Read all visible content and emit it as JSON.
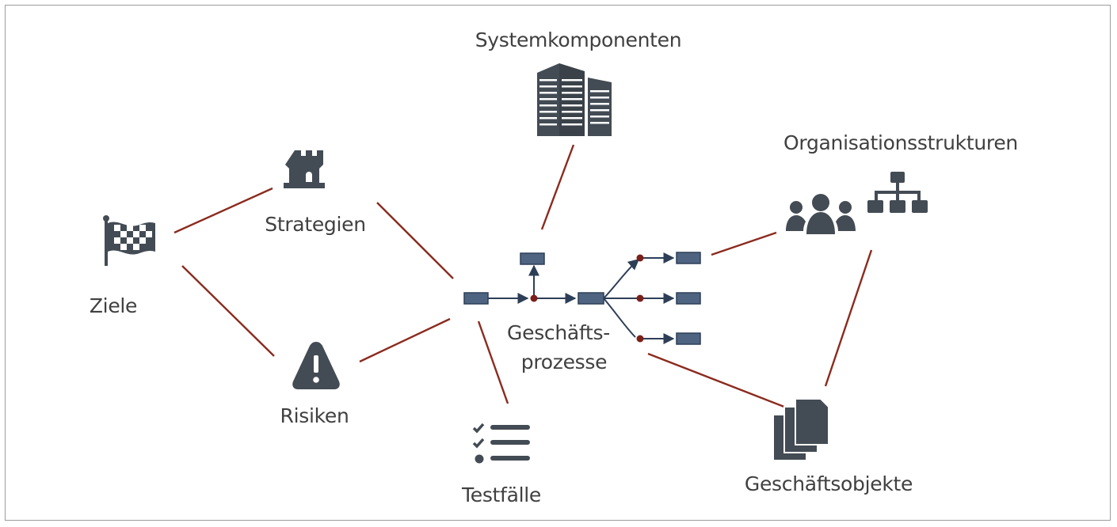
{
  "labels": {
    "systemkomponenten": "Systemkomponenten",
    "organisationsstrukturen": "Organisationsstrukturen",
    "strategien": "Strategien",
    "ziele": "Ziele",
    "risiken": "Risiken",
    "testfaelle": "Testfälle",
    "geschaefts_line1": "Geschäfts-",
    "geschaefts_line2": "prozesse",
    "geschaeftsobjekte": "Geschäftsobjekte"
  },
  "colors": {
    "connector": "#8b2b1e",
    "icon": "#434b54",
    "process_box": "#4f6480",
    "process_dot": "#7a1f1a",
    "text": "#404040"
  },
  "icons": {
    "systemkomponenten": "buildings-icon",
    "strategien": "castle-tower-icon",
    "ziele": "checkered-flag-icon",
    "risiken": "warning-triangle-icon",
    "testfaelle": "checklist-icon",
    "people": "user-group-icon",
    "orgchart": "org-chart-icon",
    "geschaeftsobjekte": "documents-stack-icon"
  }
}
